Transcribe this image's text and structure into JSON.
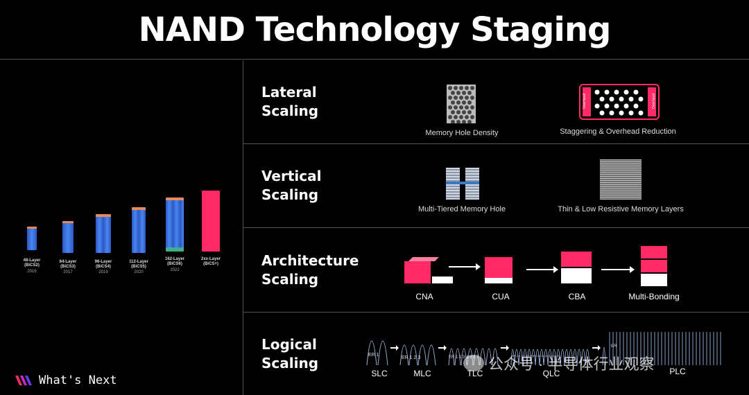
{
  "title": "NAND Technology Staging",
  "footer": {
    "brand": "What's Next"
  },
  "generations": [
    {
      "name": "48-Layer",
      "code": "(BiCS2)",
      "year": "2016"
    },
    {
      "name": "64-Layer",
      "code": "(BiCS3)",
      "year": "2017"
    },
    {
      "name": "96-Layer",
      "code": "(BiCS4)",
      "year": "2019"
    },
    {
      "name": "112-Layer",
      "code": "(BiCS5)",
      "year": "2020"
    },
    {
      "name": "162-Layer",
      "code": "(BiCS6)",
      "year": "2022"
    },
    {
      "name": "2xx-Layer",
      "code": "(BiCS+)",
      "year": ""
    }
  ],
  "rows": {
    "lateral": {
      "label_1": "Lateral",
      "label_2": "Scaling",
      "caption_1": "Memory Hole Density",
      "caption_2": "Staggering  & Overhead Reduction",
      "overhead": "Overhead"
    },
    "vertical": {
      "label_1": "Vertical",
      "label_2": "Scaling",
      "caption_1": "Multi-Tiered Memory Hole",
      "caption_2": "Thin & Low Resistive Memory Layers"
    },
    "architecture": {
      "label_1": "Architecture",
      "label_2": "Scaling",
      "steps": [
        "CNA",
        "CUA",
        "CBA",
        "Multi-Bonding"
      ]
    },
    "logical": {
      "label_1": "Logical",
      "label_2": "Scaling",
      "cells": [
        "SLC",
        "MLC",
        "TLC",
        "QLC",
        "PLC"
      ],
      "states": {
        "slc": "ER  1",
        "mlc": "ER 1  2  3",
        "tlc": "ER 1 2 3 4 5 6 7",
        "qlc": "ER 1 2 3 4 5 6 7 8 9 10 11 12 13 14 15",
        "plc": "ER"
      }
    }
  },
  "watermark": "公众号 · 半导体行业观察",
  "colors": {
    "accent": "#ff2a66",
    "chip_blue": "#2f5fd0",
    "background": "#000000",
    "divider": "#555555"
  }
}
